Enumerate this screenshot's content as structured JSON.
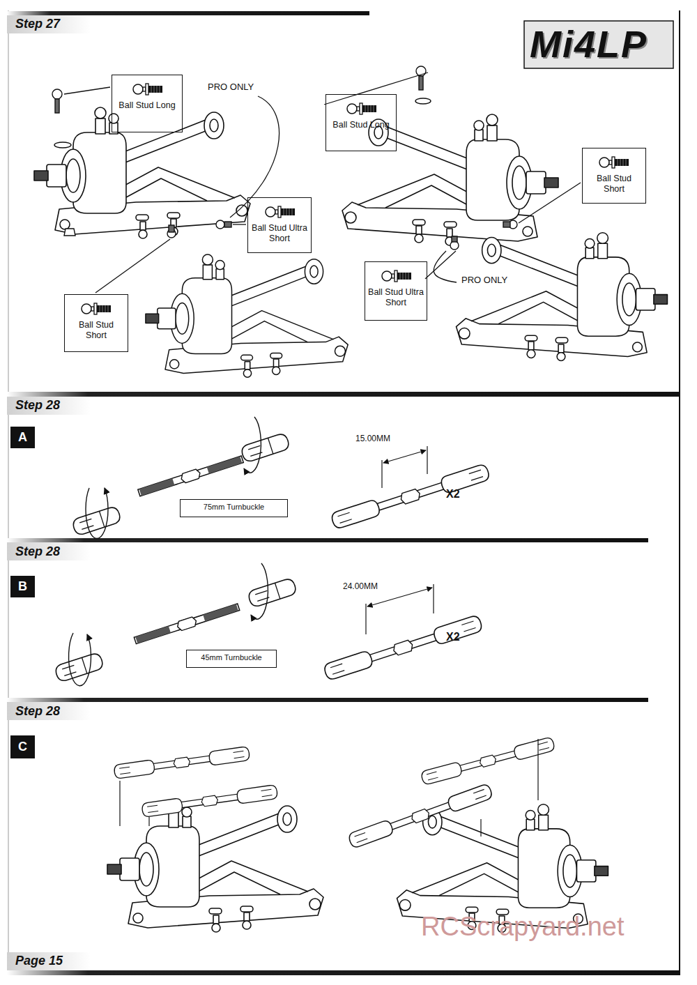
{
  "diagram": {
    "nodes": [
      {
        "text": [
          "Ball Stud Long"
        ]
      },
      {
        "text": [
          "Ball Stud Long"
        ]
      },
      {
        "text": [
          "Ball Stud Ultra Short"
        ]
      },
      {
        "text": [
          "Ball Stud Short"
        ]
      },
      {
        "text": [
          "Ball Stud Short"
        ]
      },
      {
        "text": [
          "Ball Stud Ultra Short"
        ]
      },
      {
        "text": [
          "A"
        ]
      },
      {
        "text": [
          "75mm Turnbuckle"
        ]
      },
      {
        "text": [
          "B"
        ]
      },
      {
        "text": [
          "45mm Turnbuckle"
        ]
      },
      {
        "text": [
          "C"
        ]
      }
    ],
    "labels": [
      "Step 27",
      "Mi4LP",
      "PRO ONLY",
      "PRO ONLY",
      "Step 28",
      "15.00MM",
      "X2",
      "Step 28",
      "24.00MM",
      "X2",
      "Step 28",
      "Page 15",
      "RCScrapyard.net"
    ]
  }
}
